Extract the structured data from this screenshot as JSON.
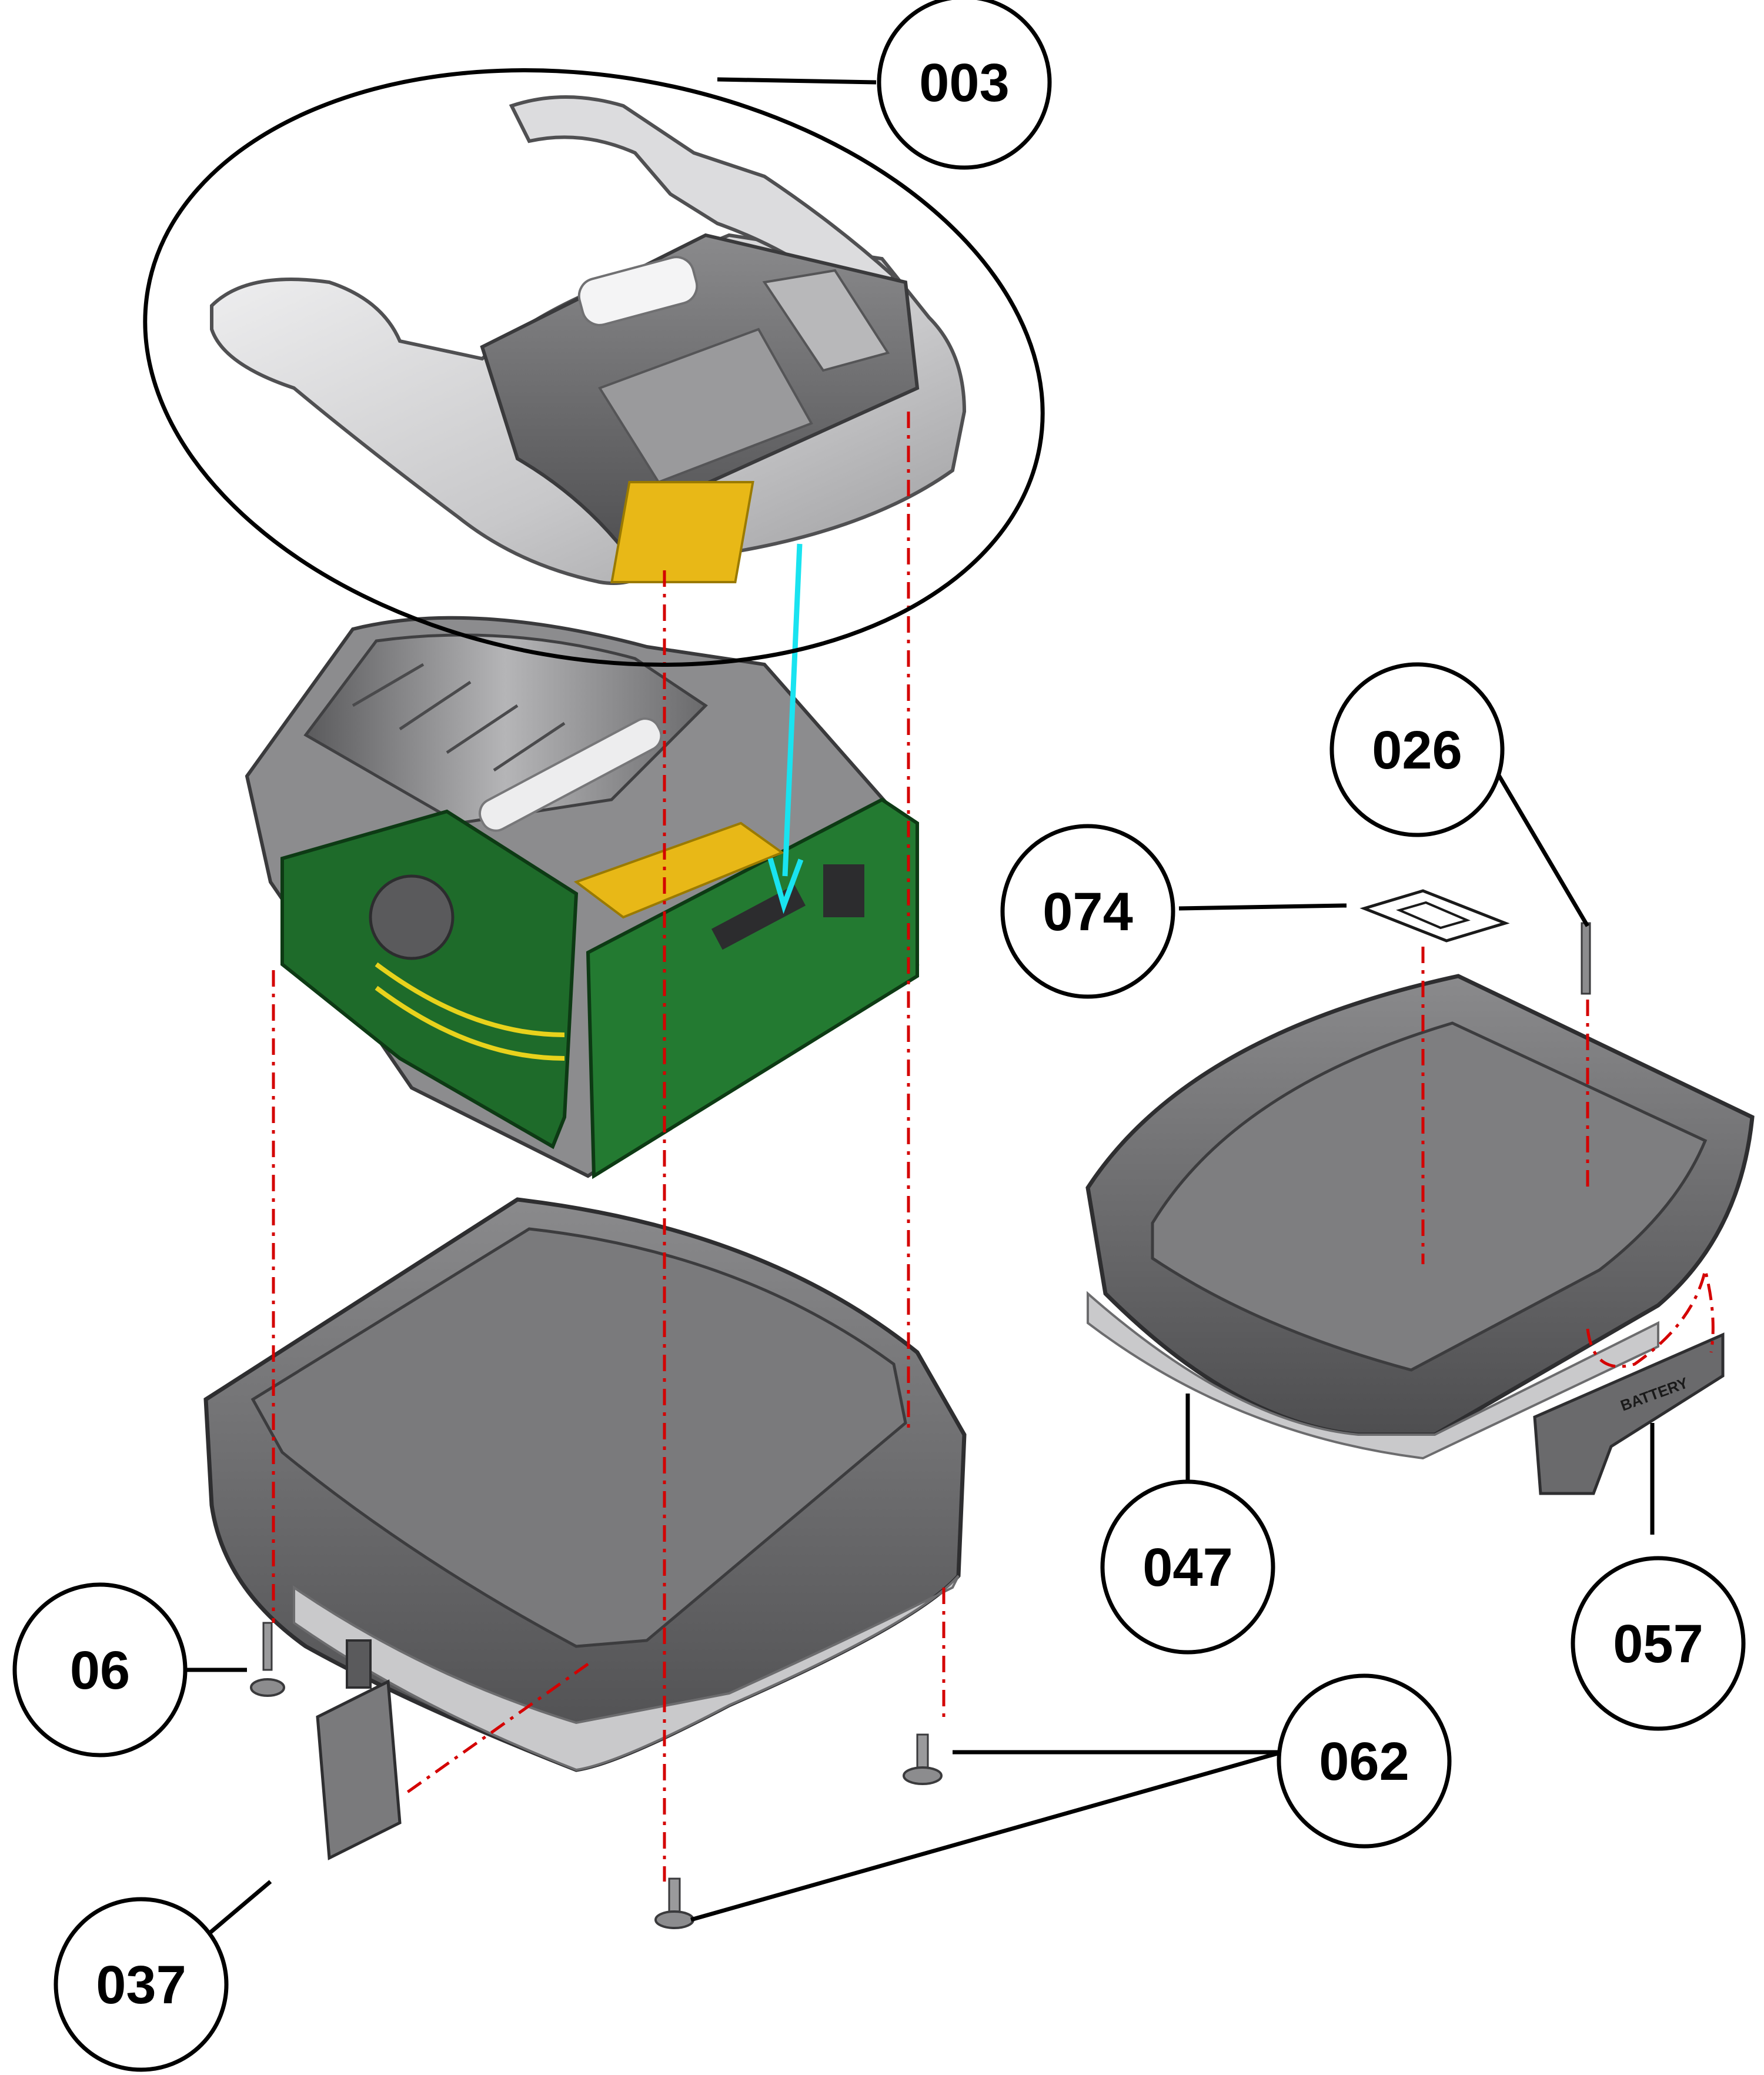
{
  "diagram": {
    "callouts": {
      "c003": "003",
      "c026": "026",
      "c074": "074",
      "c047": "047",
      "c057": "057",
      "c06": "06",
      "c062": "062",
      "c037": "037"
    },
    "battery_door_label": "BATTERY",
    "colors": {
      "leader": "#000000",
      "assembly_guide": "#d40000",
      "flex_cable_guide": "#19e3f0",
      "housing_dark": "#6e6e70",
      "housing_light": "#c9c9cb",
      "pcb": "#1e6b2a",
      "flex_cable": "#e8b817"
    }
  }
}
